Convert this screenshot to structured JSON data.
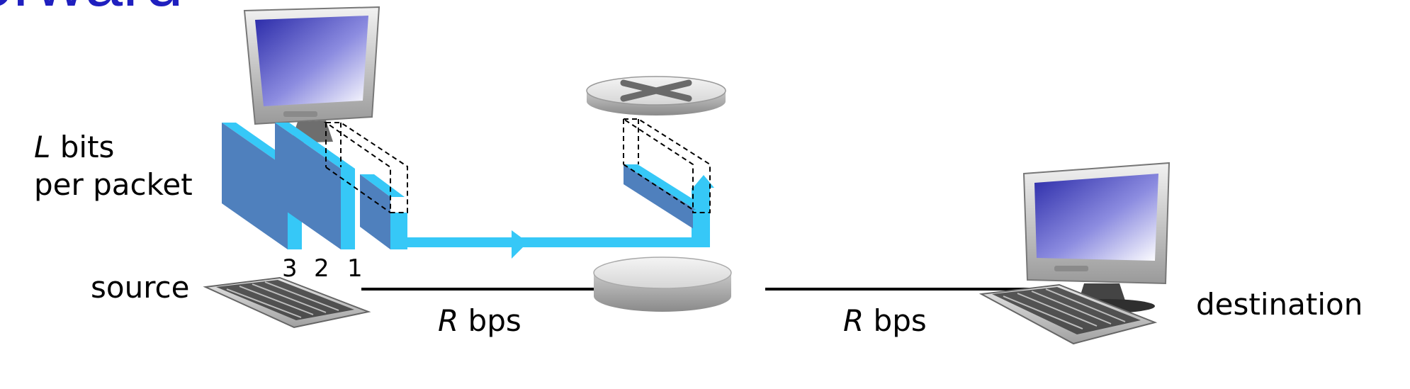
{
  "header": {
    "title_fragment": "orward"
  },
  "labels": {
    "bits_var": "L",
    "bits_rest": " bits",
    "per_packet": "per packet",
    "source": "source",
    "destination": "destination",
    "link1_var": "R",
    "link1_unit": " bps",
    "link2_var": "R",
    "link2_unit": " bps"
  },
  "packets": [
    {
      "number": "3"
    },
    {
      "number": "2"
    },
    {
      "number": "1"
    }
  ],
  "colors": {
    "title": "#1f1fbf",
    "packet_face": "#4f80bd",
    "packet_edge": "#36c8f7",
    "link": "#000000",
    "flow_arrow": "#36c8f7"
  },
  "icons": [
    "source-computer-icon",
    "router-icon",
    "destination-computer-icon"
  ]
}
